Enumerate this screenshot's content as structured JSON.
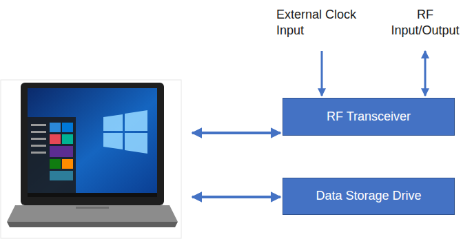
{
  "diagram": {
    "nodes": [
      {
        "text": [
          "RF Transceiver"
        ]
      },
      {
        "text": [
          "Data Storage Drive"
        ]
      }
    ],
    "labels": [
      "External Clock Input",
      "RF Input/Output"
    ]
  }
}
